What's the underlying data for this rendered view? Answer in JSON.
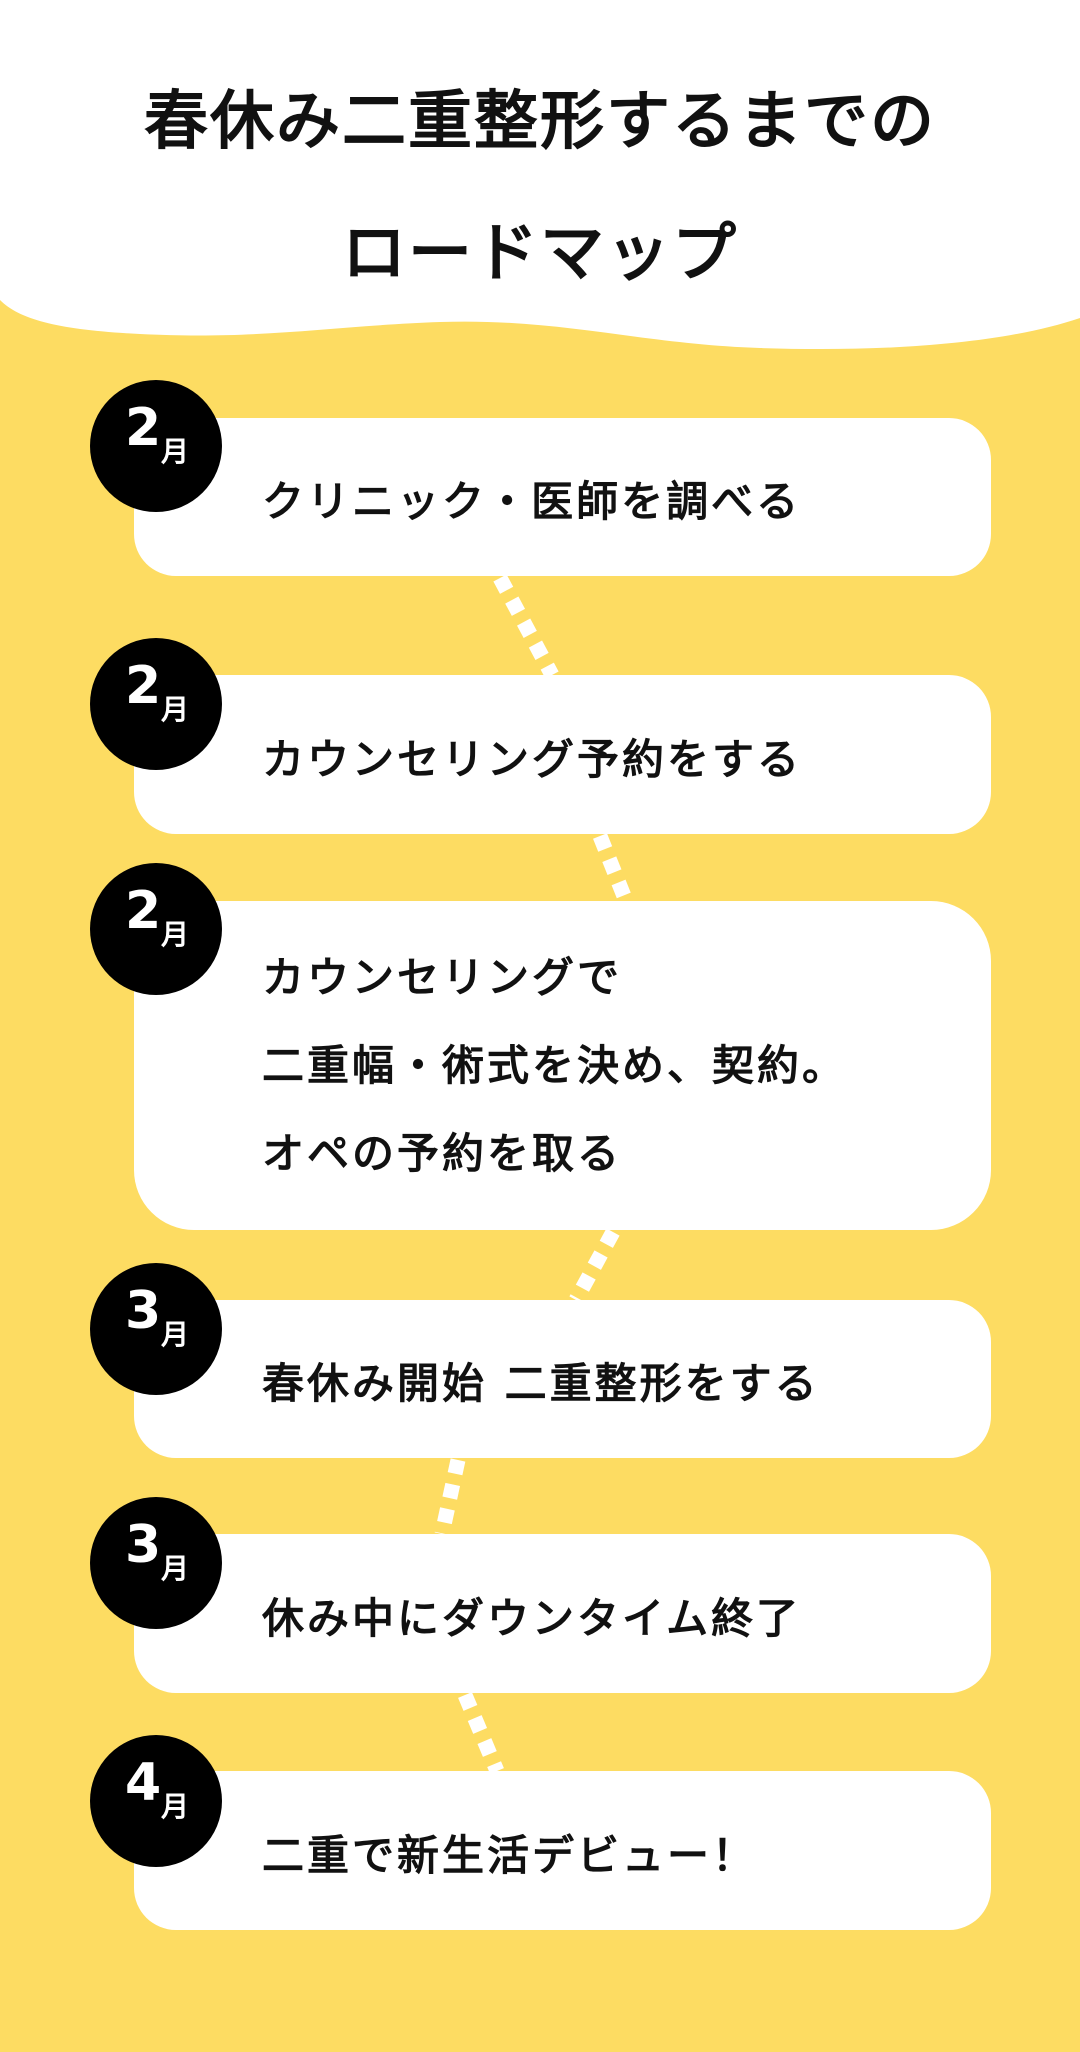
{
  "title": {
    "line1": "春休み二重整形するまでの",
    "line2": "ロードマップ"
  },
  "colors": {
    "background": "#FDDC62",
    "card": "#FFFFFF",
    "badge": "#000000"
  },
  "steps": [
    {
      "num": "2",
      "unit": "月",
      "lines": [
        "クリニック・医師を調べる"
      ]
    },
    {
      "num": "2",
      "unit": "月",
      "lines": [
        "カウンセリング予約をする"
      ]
    },
    {
      "num": "2",
      "unit": "月",
      "lines": [
        "カウンセリングで",
        "二重幅・術式を決め、契約。",
        "オペの予約を取る"
      ]
    },
    {
      "num": "3",
      "unit": "月",
      "lines": [
        "春休み開始 二重整形をする"
      ]
    },
    {
      "num": "3",
      "unit": "月",
      "lines": [
        "休み中にダウンタイム終了"
      ]
    },
    {
      "num": "4",
      "unit": "月",
      "lines": [
        "二重で新生活デビュー！"
      ]
    }
  ]
}
